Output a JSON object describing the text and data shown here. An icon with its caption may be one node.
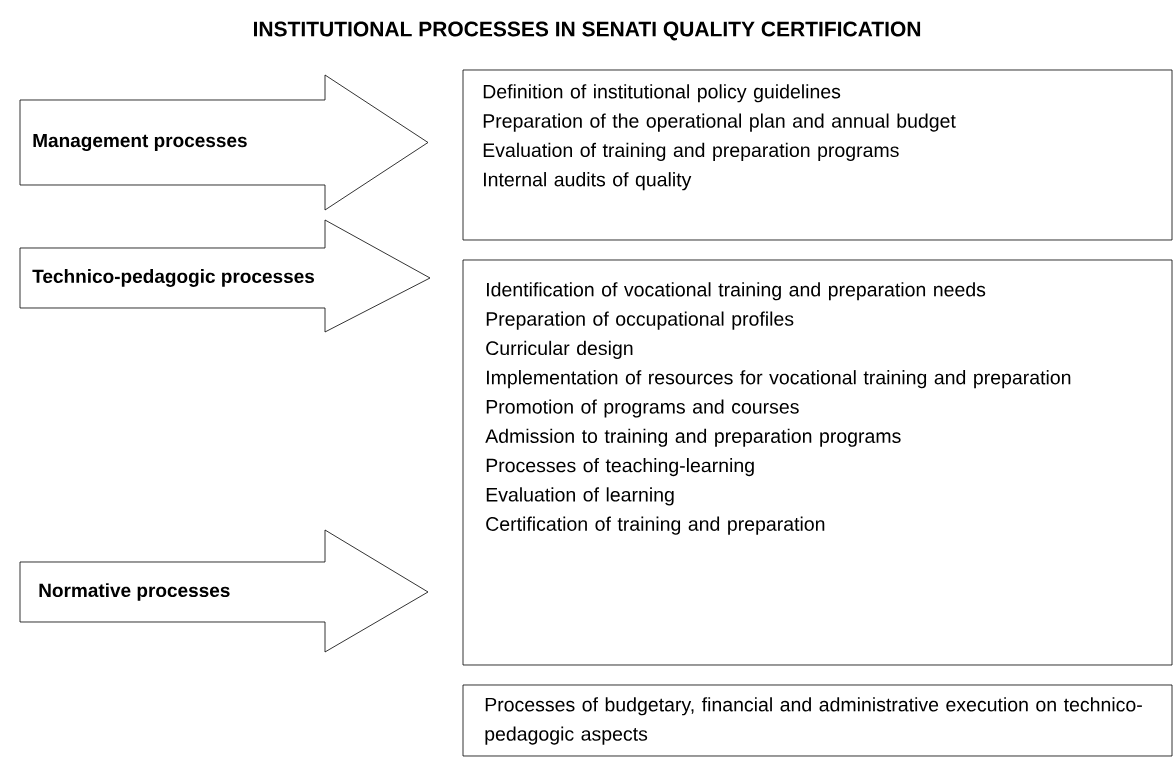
{
  "diagram": {
    "title": "INSTITUTIONAL PROCESSES IN SENATI QUALITY CERTIFICATION",
    "nodes": [
      {
        "text": [
          "Management processes"
        ]
      },
      {
        "text": [
          "Definition of institutional policy guidelines",
          "Preparation of the operational plan and annual budget",
          "Evaluation of training and preparation programs",
          "Internal audits of quality"
        ]
      },
      {
        "text": [
          "Technico-pedagogic processes"
        ]
      },
      {
        "text": [
          "Identification of vocational training and preparation needs",
          "Preparation of occupational profiles",
          "Curricular design",
          "Implementation of resources for vocational training and preparation",
          "Promotion of programs and courses",
          "Admission to training and preparation programs",
          "Processes of teaching-learning",
          "Evaluation of learning",
          "Certification of training and preparation"
        ]
      },
      {
        "text": [
          "Normative processes"
        ]
      },
      {
        "text": [
          "Processes of budgetary, financial and administrative execution on technico-pedagogic aspects"
        ]
      }
    ]
  }
}
